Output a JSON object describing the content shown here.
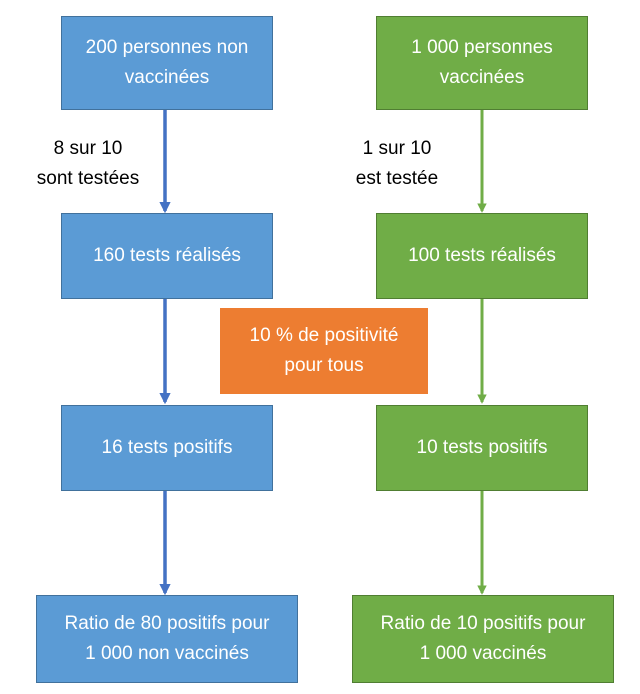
{
  "colors": {
    "blue_box": "#5b9bd5",
    "blue_arrow": "#4472c4",
    "green_box": "#70ad47",
    "green_arrow": "#70ad47",
    "orange_box": "#ed7d31"
  },
  "left_column": {
    "box1": "200 personnes non\nvaccinées",
    "edge_label": "8 sur 10\nsont testées",
    "box2": "160 tests réalisés",
    "box3": "16 tests positifs",
    "box4": "Ratio de 80 positifs pour\n1 000 non vaccinés"
  },
  "center": {
    "box": "10 % de positivité\npour tous"
  },
  "right_column": {
    "box1": "1 000 personnes\nvaccinées",
    "edge_label": "1 sur 10\nest testée",
    "box2": "100 tests réalisés",
    "box3": "10 tests positifs",
    "box4": "Ratio de 10 positifs pour\n1 000 vaccinés"
  }
}
